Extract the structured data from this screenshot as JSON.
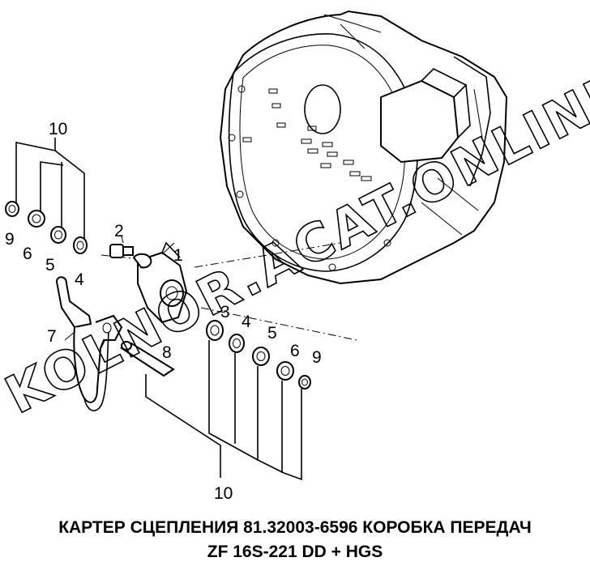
{
  "callouts": {
    "c10_top": "10",
    "c9_left": "9",
    "c6_left": "6",
    "c5_left": "5",
    "c4_left": "4",
    "c2": "2",
    "c1": "1",
    "c7": "7",
    "c3": "3",
    "c8": "8",
    "c4_right": "4",
    "c5_right": "5",
    "c6_right": "6",
    "c9_right": "9",
    "c10_bottom": "10"
  },
  "watermark": "KOLNOR.ACAT.ONLINE",
  "caption": {
    "line1": "КАРТЕР СЦЕПЛЕНИЯ  81.32003-6596 КОРОБКА ПЕРЕДАЧ",
    "line2": "ZF 16S-221 DD + HGS"
  }
}
